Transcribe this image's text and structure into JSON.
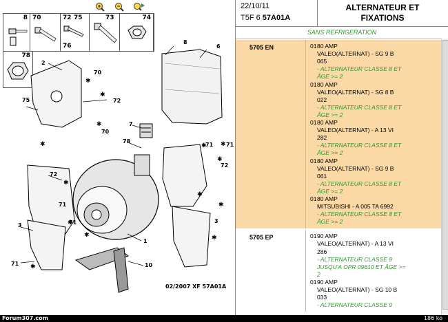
{
  "toolbar": {
    "icons": [
      "zoom-in-icon",
      "zoom-out-icon",
      "zoom-reset-icon"
    ]
  },
  "parts_strip": {
    "numbers": [
      "8",
      "70",
      "72",
      "75",
      "73",
      "74",
      "76",
      "78"
    ]
  },
  "diagram": {
    "callouts": [
      "2",
      "70",
      "6",
      "72",
      "70",
      "75",
      "7",
      "78",
      "71",
      "72",
      "71",
      "71",
      "72",
      "3",
      "71",
      "3",
      "1",
      "10"
    ],
    "caption": "02/2007   XF 57A01A"
  },
  "header": {
    "date": "22/10/11",
    "code_prefix": "T5F 6 ",
    "code_bold": "57A01A",
    "title_line1": "ALTERNATEUR ET",
    "title_line2": "FIXATIONS",
    "subheader": "SANS REFRIGERATION"
  },
  "blocks": [
    {
      "code": "5705 EN",
      "highlighted": true,
      "lines": [
        {
          "q": "01",
          "text": "80 AMP",
          "green": false
        },
        {
          "q": "",
          "text": "VALEO(ALTERNAT) - SG 9 B",
          "green": false
        },
        {
          "q": "",
          "text": "065",
          "green": false
        },
        {
          "q": "",
          "text": "- ALTERNATEUR CLASSE 8 ET",
          "green": true
        },
        {
          "q": "",
          "text": "ÂGE >= 2",
          "green": true
        },
        {
          "q": "01",
          "text": "80 AMP",
          "green": false
        },
        {
          "q": "",
          "text": "VALEO(ALTERNAT) - SG 8 B",
          "green": false
        },
        {
          "q": "",
          "text": "022",
          "green": false
        },
        {
          "q": "",
          "text": "- ALTERNATEUR CLASSE 8 ET",
          "green": true
        },
        {
          "q": "",
          "text": "ÂGE >= 2",
          "green": true
        },
        {
          "q": "01",
          "text": "80 AMP",
          "green": false
        },
        {
          "q": "",
          "text": "VALEO(ALTERNAT) - A 13 VI",
          "green": false
        },
        {
          "q": "",
          "text": "282",
          "green": false
        },
        {
          "q": "",
          "text": "- ALTERNATEUR CLASSE 8 ET",
          "green": true
        },
        {
          "q": "",
          "text": "ÂGE >= 2",
          "green": true
        },
        {
          "q": "01",
          "text": "80 AMP",
          "green": false
        },
        {
          "q": "",
          "text": "VALEO(ALTERNAT) - SG 9 B",
          "green": false
        },
        {
          "q": "",
          "text": "061",
          "green": false
        },
        {
          "q": "",
          "text": "- ALTERNATEUR CLASSE 8 ET",
          "green": true
        },
        {
          "q": "",
          "text": "ÂGE >= 2",
          "green": true
        },
        {
          "q": "01",
          "text": "80 AMP",
          "green": false
        },
        {
          "q": "",
          "text": "MITSUBISHI - A 005 TA 6992",
          "green": false
        },
        {
          "q": "",
          "text": "- ALTERNATEUR CLASSE 8 ET",
          "green": true
        },
        {
          "q": "",
          "text": "ÂGE >= 2",
          "green": true
        }
      ]
    },
    {
      "code": "5705 EP",
      "highlighted": false,
      "lines": [
        {
          "q": "01",
          "text": "90 AMP",
          "green": false
        },
        {
          "q": "",
          "text": "VALEO(ALTERNAT) - A 13 VI",
          "green": false
        },
        {
          "q": "",
          "text": "286",
          "green": false
        },
        {
          "q": "",
          "text": "- ALTERNATEUR CLASSE 9",
          "green": true
        },
        {
          "q": "",
          "text": "JUSQU'A OPR 09610 ET ÂGE >=",
          "green": true
        },
        {
          "q": "",
          "text": "2",
          "green": true
        },
        {
          "q": "01",
          "text": "90 AMP",
          "green": false
        },
        {
          "q": "",
          "text": "VALEO(ALTERNAT) - SG 10 B",
          "green": false
        },
        {
          "q": "",
          "text": "033",
          "green": false
        },
        {
          "q": "",
          "text": "- ALTERNATEUR CLASSE 9",
          "green": true
        }
      ]
    }
  ],
  "status": {
    "left": "Forum307.com",
    "right": "186 ko"
  }
}
